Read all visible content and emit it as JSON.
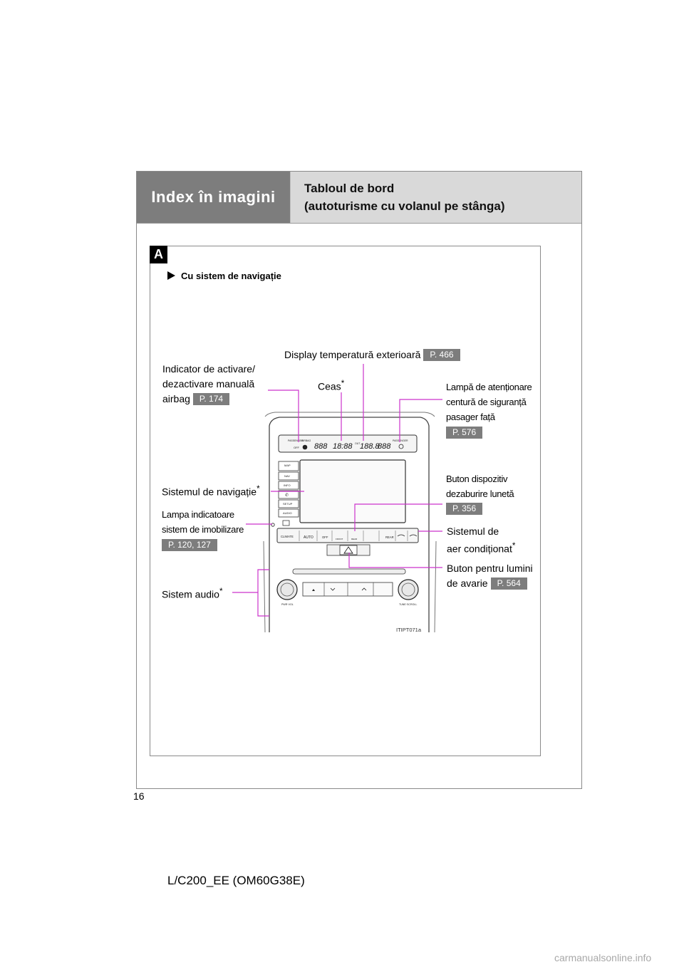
{
  "header": {
    "section": "Index în imagini",
    "title_line1": "Tabloul de bord",
    "title_line2": "(autoturisme cu volanul pe stânga)"
  },
  "figure": {
    "badge": "A",
    "subheading": "Cu sistem de navigație",
    "code": "ITIPT071a",
    "panel_text": {
      "passenger_small": "PASSENGER",
      "airbag": "AIRBAG",
      "off": "OFF",
      "passenger_right": "PASSENGER",
      "seg1": "888",
      "clock": "18:88",
      "outside": "OUT",
      "temp": "188.8",
      "seg3": "888",
      "btn_map": "MAP",
      "btn_nav": "NAV",
      "btn_info": "INFO",
      "btn_phone": "✆",
      "btn_setup": "SETUP",
      "btn_audio": "AUDIO",
      "climate": "CLIMATE",
      "auto": "AUTO",
      "off_btn": "OFF",
      "front": "FRONT",
      "rear_defog": "REAR",
      "rear": "REAR",
      "pwr_vol": "PWR·VOL",
      "tune_scroll": "TUNE·SCROLL"
    },
    "callouts": {
      "outside_temp": {
        "text": "Display temperatură exterioară",
        "page": "P. 466"
      },
      "airbag_line1": "Indicator de activare/",
      "airbag_line2": "dezactivare manuală",
      "airbag_line3": "airbag",
      "airbag_page": "P. 174",
      "clock": "Ceas",
      "seatbelt_line1": "Lampă de atenționare",
      "seatbelt_line2": "centură de siguranță",
      "seatbelt_line3": "pasager față",
      "seatbelt_page": "P. 576",
      "navigation": "Sistemul de navigație",
      "defogger_line1": "Buton dispozitiv",
      "defogger_line2": "dezaburire lunetă",
      "defogger_page": "P. 356",
      "immobilizer_line1": "Lampa indicatoare",
      "immobilizer_line2": "sistem de imobilizare",
      "immobilizer_page": "P. 120, 127",
      "aircon_line1": "Sistemul de",
      "aircon_line2": "aer condiționat",
      "hazard_line1": "Buton pentru lumini",
      "hazard_line2": "de avarie",
      "hazard_page": "P. 564",
      "audio": "Sistem audio",
      "asterisk": "*"
    }
  },
  "page_number": "16",
  "footer_code": "L/C200_EE (OM60G38E)",
  "watermark": "carmanualsonline.info",
  "colors": {
    "callout_line": "#cc33cc",
    "tab_gray": "#7d7d7d",
    "tab_light": "#d9d9d9"
  }
}
